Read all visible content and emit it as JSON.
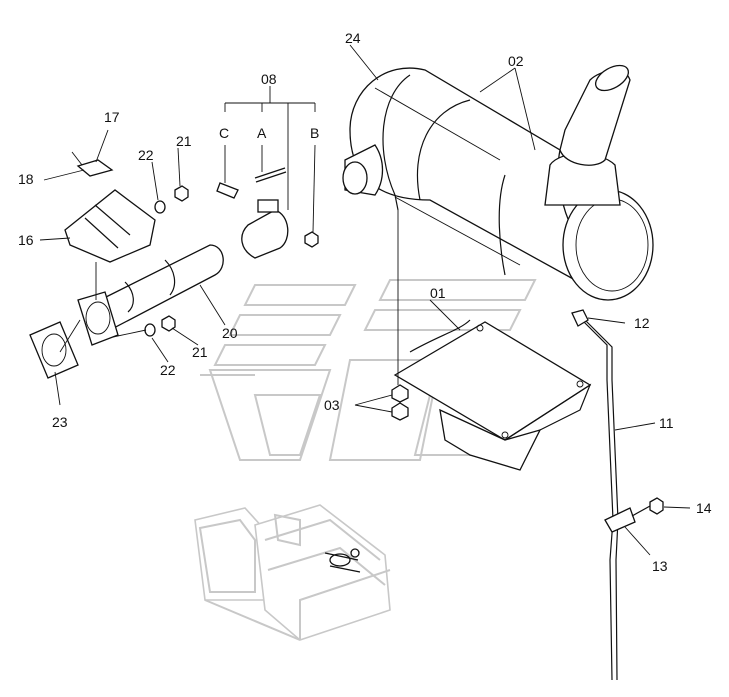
{
  "labels": {
    "p24": "24",
    "p02": "02",
    "p08": "08",
    "c": "C",
    "a": "A",
    "b": "B",
    "p17": "17",
    "p21_top": "21",
    "p22_top": "22",
    "p18": "18",
    "p16": "16",
    "p20": "20",
    "p01": "01",
    "p12": "12",
    "p21_bot": "21",
    "p22_bot": "22",
    "p23": "23",
    "p03": "03",
    "p11": "11",
    "p14": "14",
    "p13": "13"
  }
}
